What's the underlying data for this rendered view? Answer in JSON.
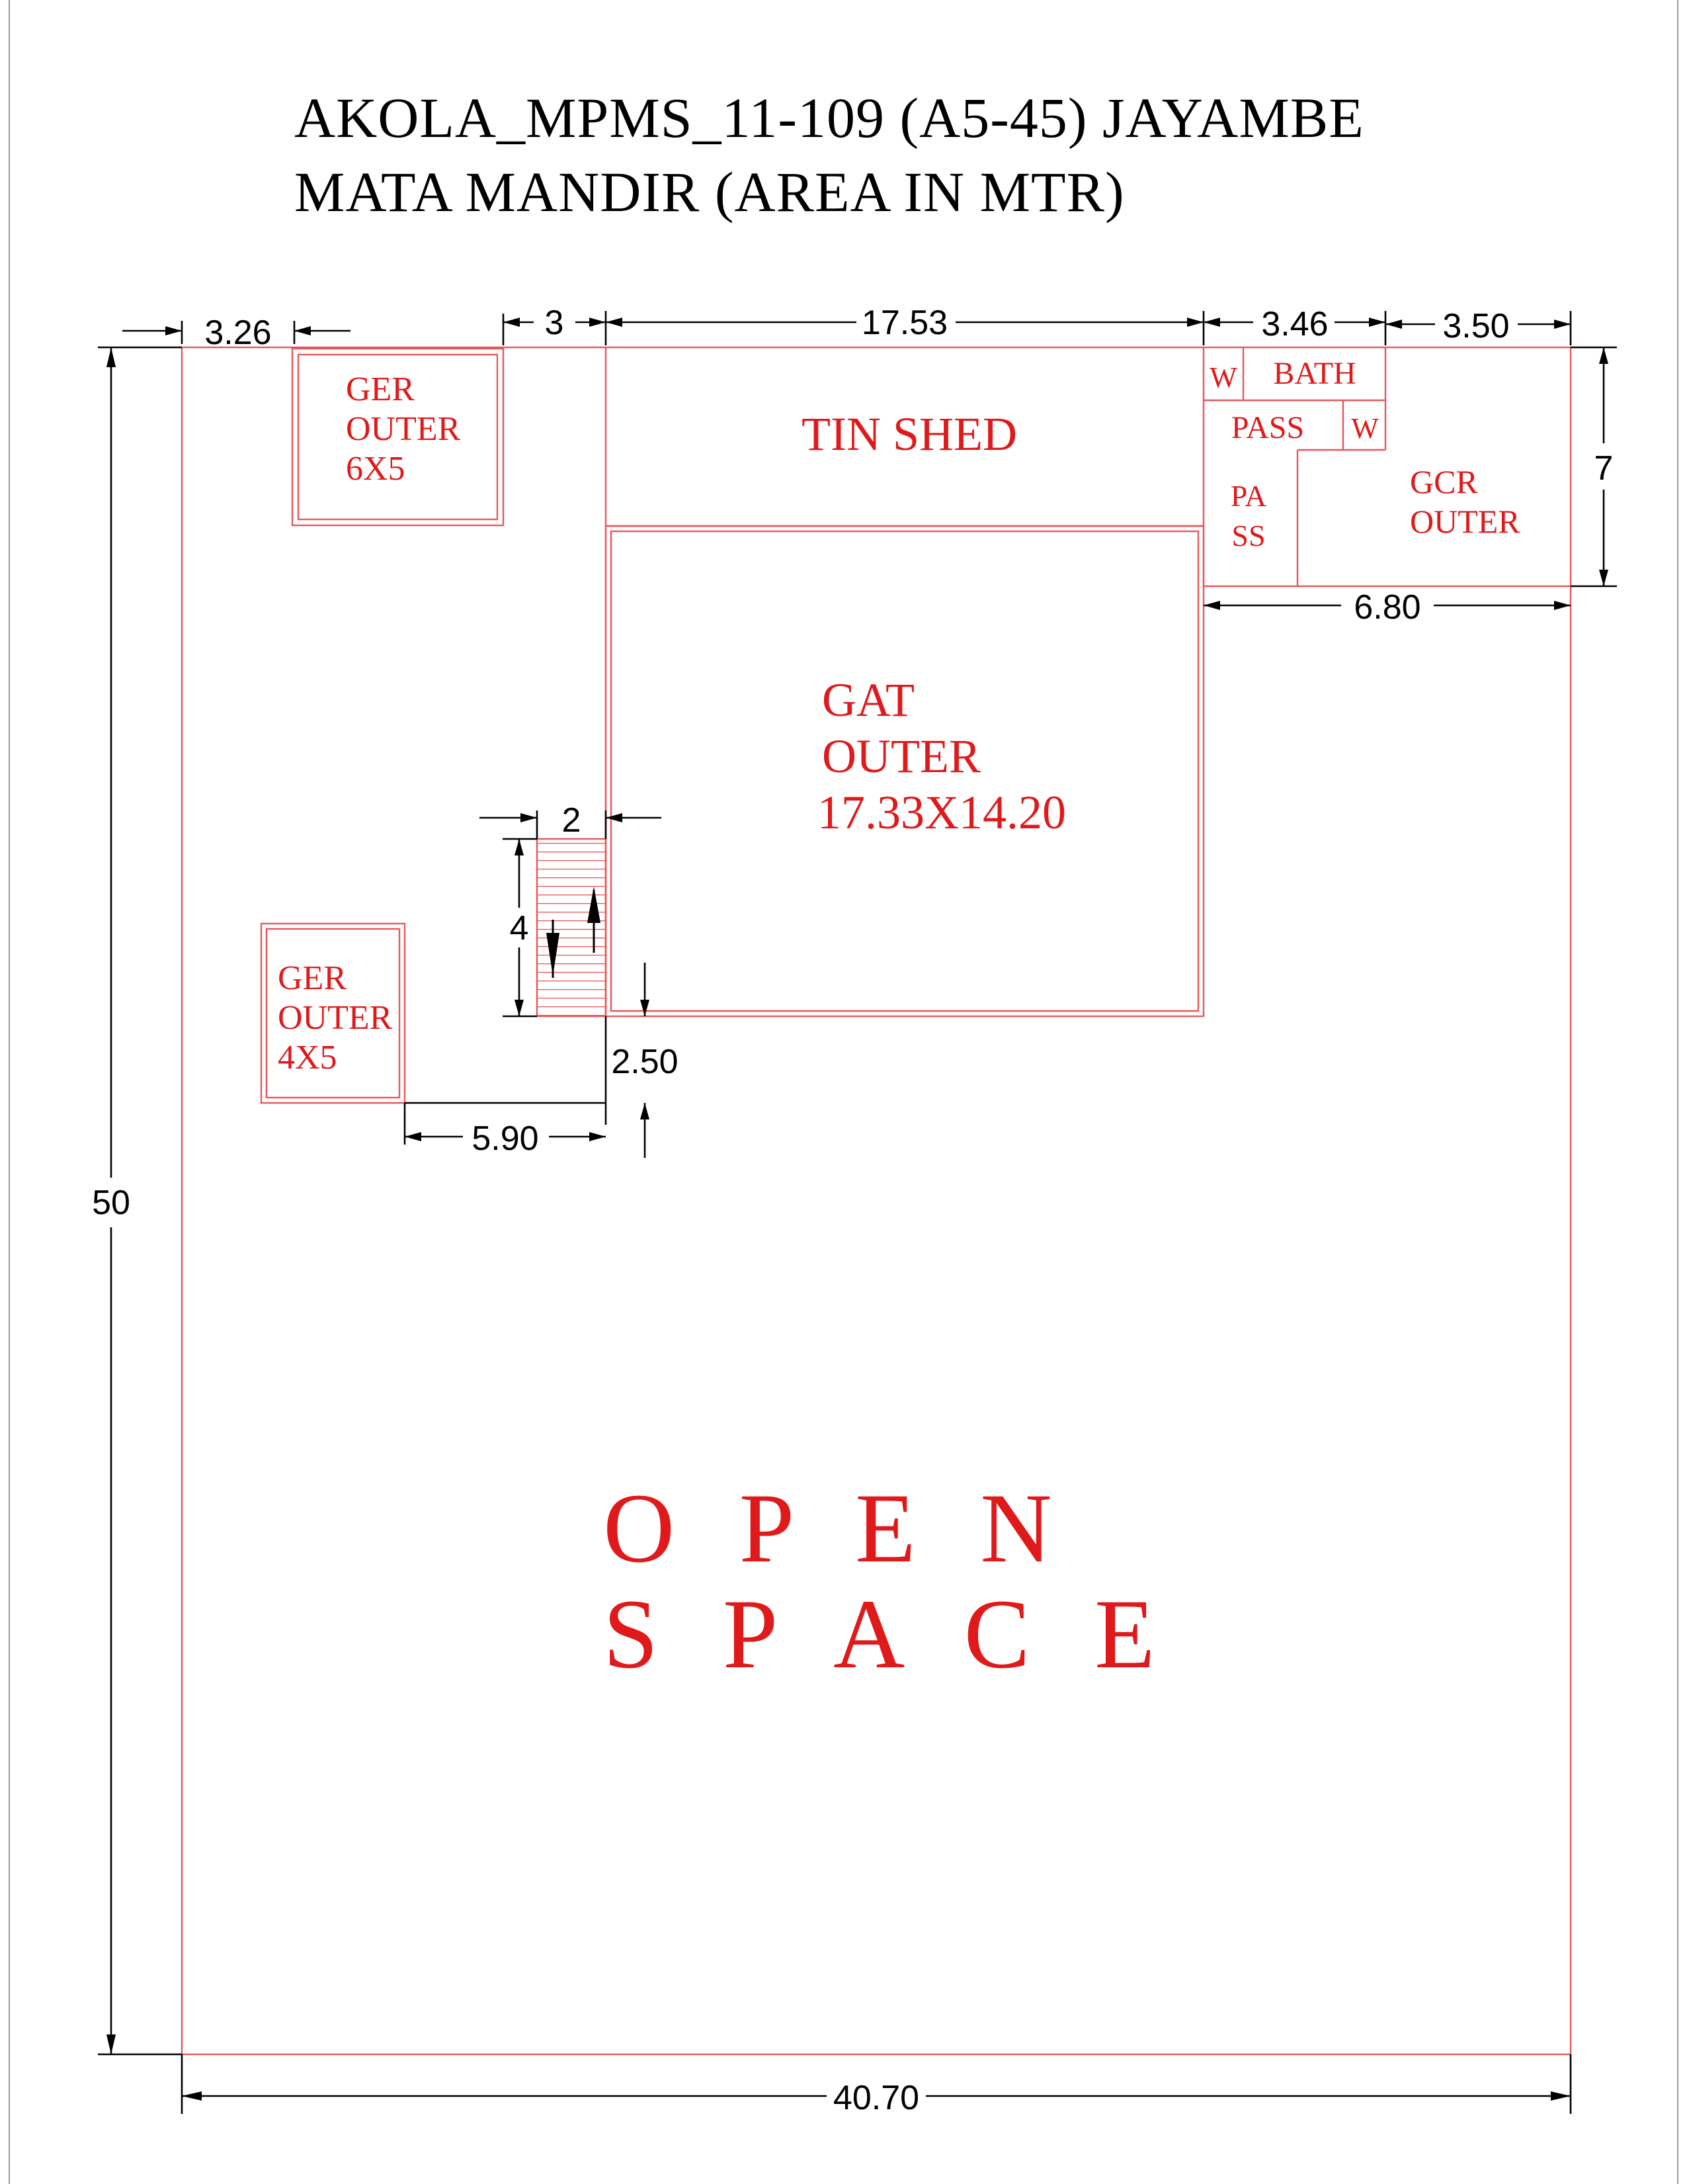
{
  "title": {
    "line1": "AKOLA_MPMS_11-109 (A5-45) JAYAMBE",
    "line2": "MATA MANDIR (AREA IN MTR)"
  },
  "dimensions": {
    "left_gap": "3.26",
    "gap_mid": "3",
    "tin_shed_width": "17.53",
    "bath_width": "3.46",
    "gcr_width": "3.50",
    "gcr_height": "7",
    "gcr_total_width": "6.80",
    "stair_width": "2",
    "stair_length": "4",
    "stair_gap": "2.50",
    "ger_small_gap": "5.90",
    "plot_height": "50",
    "plot_width": "40.70"
  },
  "rooms": {
    "ger_outer_large": [
      "GER",
      "OUTER",
      "6X5"
    ],
    "tin_shed": "TIN SHED",
    "w_top": "W",
    "bath": "BATH",
    "pass_top": "PASS",
    "w_right": "W",
    "pass_side": [
      "PA",
      "SS"
    ],
    "gcr_outer": [
      "GCR",
      "OUTER"
    ],
    "gat_outer": [
      "GAT",
      "OUTER",
      "17.33X14.20"
    ],
    "ger_outer_small": [
      "GER",
      "OUTER",
      "4X5"
    ],
    "open_space": [
      "O P E N",
      "S P A C E"
    ]
  },
  "colors": {
    "wall_line": "#e8575a",
    "room_label": "#e0191a",
    "dimension": "#000000",
    "background": "#ffffff"
  }
}
